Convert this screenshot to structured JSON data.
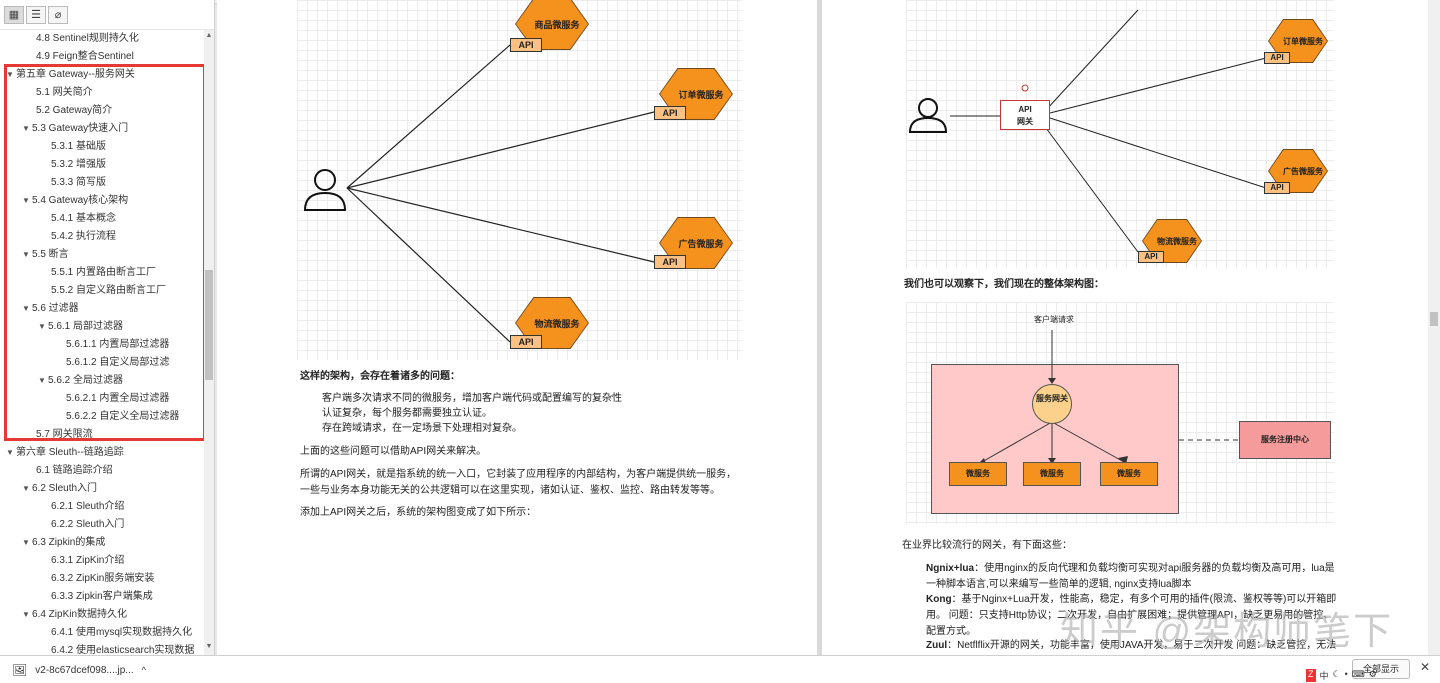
{
  "sidebar": {
    "toc": [
      {
        "label": "4.8 Sentinel规则持久化",
        "lvl": "lvl1 leaf",
        "arrow": ""
      },
      {
        "label": "4.9 Feign整合Sentinel",
        "lvl": "lvl1 leaf",
        "arrow": ""
      },
      {
        "label": "第五章 Gateway--服务网关",
        "lvl": "lvl0",
        "arrow": "▼"
      },
      {
        "label": "5.1 网关简介",
        "lvl": "lvl1 leaf",
        "arrow": ""
      },
      {
        "label": "5.2 Gateway简介",
        "lvl": "lvl1 leaf",
        "arrow": ""
      },
      {
        "label": "5.3 Gateway快速入门",
        "lvl": "lvl1",
        "arrow": "▼"
      },
      {
        "label": "5.3.1 基础版",
        "lvl": "lvl2 leaf",
        "arrow": ""
      },
      {
        "label": "5.3.2 增强版",
        "lvl": "lvl2 leaf",
        "arrow": ""
      },
      {
        "label": "5.3.3 简写版",
        "lvl": "lvl2 leaf",
        "arrow": ""
      },
      {
        "label": "5.4 Gateway核心架构",
        "lvl": "lvl1",
        "arrow": "▼"
      },
      {
        "label": "5.4.1 基本概念",
        "lvl": "lvl2 leaf",
        "arrow": ""
      },
      {
        "label": "5.4.2 执行流程",
        "lvl": "lvl2 leaf",
        "arrow": ""
      },
      {
        "label": "5.5 断言",
        "lvl": "lvl1",
        "arrow": "▼"
      },
      {
        "label": "5.5.1 内置路由断言工厂",
        "lvl": "lvl2 leaf",
        "arrow": ""
      },
      {
        "label": "5.5.2 自定义路由断言工厂",
        "lvl": "lvl2 leaf",
        "arrow": ""
      },
      {
        "label": "5.6 过滤器",
        "lvl": "lvl1",
        "arrow": "▼"
      },
      {
        "label": "5.6.1 局部过滤器",
        "lvl": "lvl2",
        "arrow": "▼"
      },
      {
        "label": "5.6.1.1 内置局部过滤器",
        "lvl": "lvl3",
        "arrow": ""
      },
      {
        "label": "5.6.1.2 自定义局部过滤",
        "lvl": "lvl3",
        "arrow": ""
      },
      {
        "label": "5.6.2 全局过滤器",
        "lvl": "lvl2",
        "arrow": "▼"
      },
      {
        "label": "5.6.2.1 内置全局过滤器",
        "lvl": "lvl3",
        "arrow": ""
      },
      {
        "label": "5.6.2.2 自定义全局过滤器",
        "lvl": "lvl3",
        "arrow": ""
      },
      {
        "label": "5.7 网关限流",
        "lvl": "lvl1 leaf",
        "arrow": ""
      },
      {
        "label": "第六章 Sleuth--链路追踪",
        "lvl": "lvl0",
        "arrow": "▼"
      },
      {
        "label": "6.1 链路追踪介绍",
        "lvl": "lvl1 leaf",
        "arrow": ""
      },
      {
        "label": "6.2 Sleuth入门",
        "lvl": "lvl1",
        "arrow": "▼"
      },
      {
        "label": "6.2.1 Sleuth介绍",
        "lvl": "lvl2 leaf",
        "arrow": ""
      },
      {
        "label": "6.2.2 Sleuth入门",
        "lvl": "lvl2 leaf",
        "arrow": ""
      },
      {
        "label": "6.3 Zipkin的集成",
        "lvl": "lvl1",
        "arrow": "▼"
      },
      {
        "label": "6.3.1 ZipKin介绍",
        "lvl": "lvl2 leaf",
        "arrow": ""
      },
      {
        "label": "6.3.2 ZipKin服务端安装",
        "lvl": "lvl2 leaf",
        "arrow": ""
      },
      {
        "label": "6.3.3 Zipkin客户端集成",
        "lvl": "lvl2 leaf",
        "arrow": ""
      },
      {
        "label": "6.4 ZipKin数据持久化",
        "lvl": "lvl1",
        "arrow": "▼"
      },
      {
        "label": "6.4.1 使用mysql实现数据持久化",
        "lvl": "lvl2 leaf",
        "arrow": ""
      },
      {
        "label": "6.4.2 使用elasticsearch实现数据",
        "lvl": "lvl2 leaf",
        "arrow": ""
      }
    ]
  },
  "left_page": {
    "services": [
      "商品微服务",
      "订单微服务",
      "广告微服务",
      "物流微服务"
    ],
    "api": "API",
    "heading": "这样的架构，会存在着诸多的问题：",
    "bullets": [
      "客户端多次请求不同的微服务，增加客户端代码或配置编写的复杂性",
      "认证复杂，每个服务都需要独立认证。",
      "存在跨域请求，在一定场景下处理相对复杂。"
    ],
    "p1": "上面的这些问题可以借助API网关来解决。",
    "p2": "所谓的API网关，就是指系统的统一入口，它封装了应用程序的内部结构，为客户端提供统一服务，一些与业务本身功能无关的公共逻辑可以在这里实现，诸如认证、鉴权、监控、路由转发等等。",
    "p3": "添加上API网关之后，系统的架构图变成了如下所示："
  },
  "right_page": {
    "gateway": "API\n网关",
    "services": [
      "订单微服务",
      "广告微服务",
      "物流微服务"
    ],
    "api": "API",
    "heading": "我们也可以观察下，我们现在的整体架构图：",
    "arch": {
      "client": "客户端请求",
      "gw": "服务网关",
      "ms": "微服务",
      "registry": "服务注册中心"
    },
    "p1": "在业界比较流行的网关，有下面这些：",
    "items": [
      {
        "k": "Ngnix+lua",
        "v": "：使用nginx的反向代理和负载均衡可实现对api服务器的负载均衡及高可用，lua是一种脚本语言,可以来编写一些简单的逻辑, nginx支持lua脚本"
      },
      {
        "k": "Kong",
        "v": "：基于Nginx+Lua开发，性能高，稳定，有多个可用的插件(限流、鉴权等等)可以开箱即用。 问题：只支持Http协议；二次开发，自由扩展困难；提供管理API，缺乏更易用的管控、配置方式。"
      },
      {
        "k": "Zuul",
        "v": "：Netflflix开源的网关，功能丰富，使用JAVA开发，易于二次开发 问题：缺乏管控，无法动"
      }
    ]
  },
  "watermark": "知乎 @架构师笔下",
  "bottom": {
    "download_name": "v2-8c67dcef098....jp...",
    "show_all": "全部显示",
    "tray": "中"
  }
}
